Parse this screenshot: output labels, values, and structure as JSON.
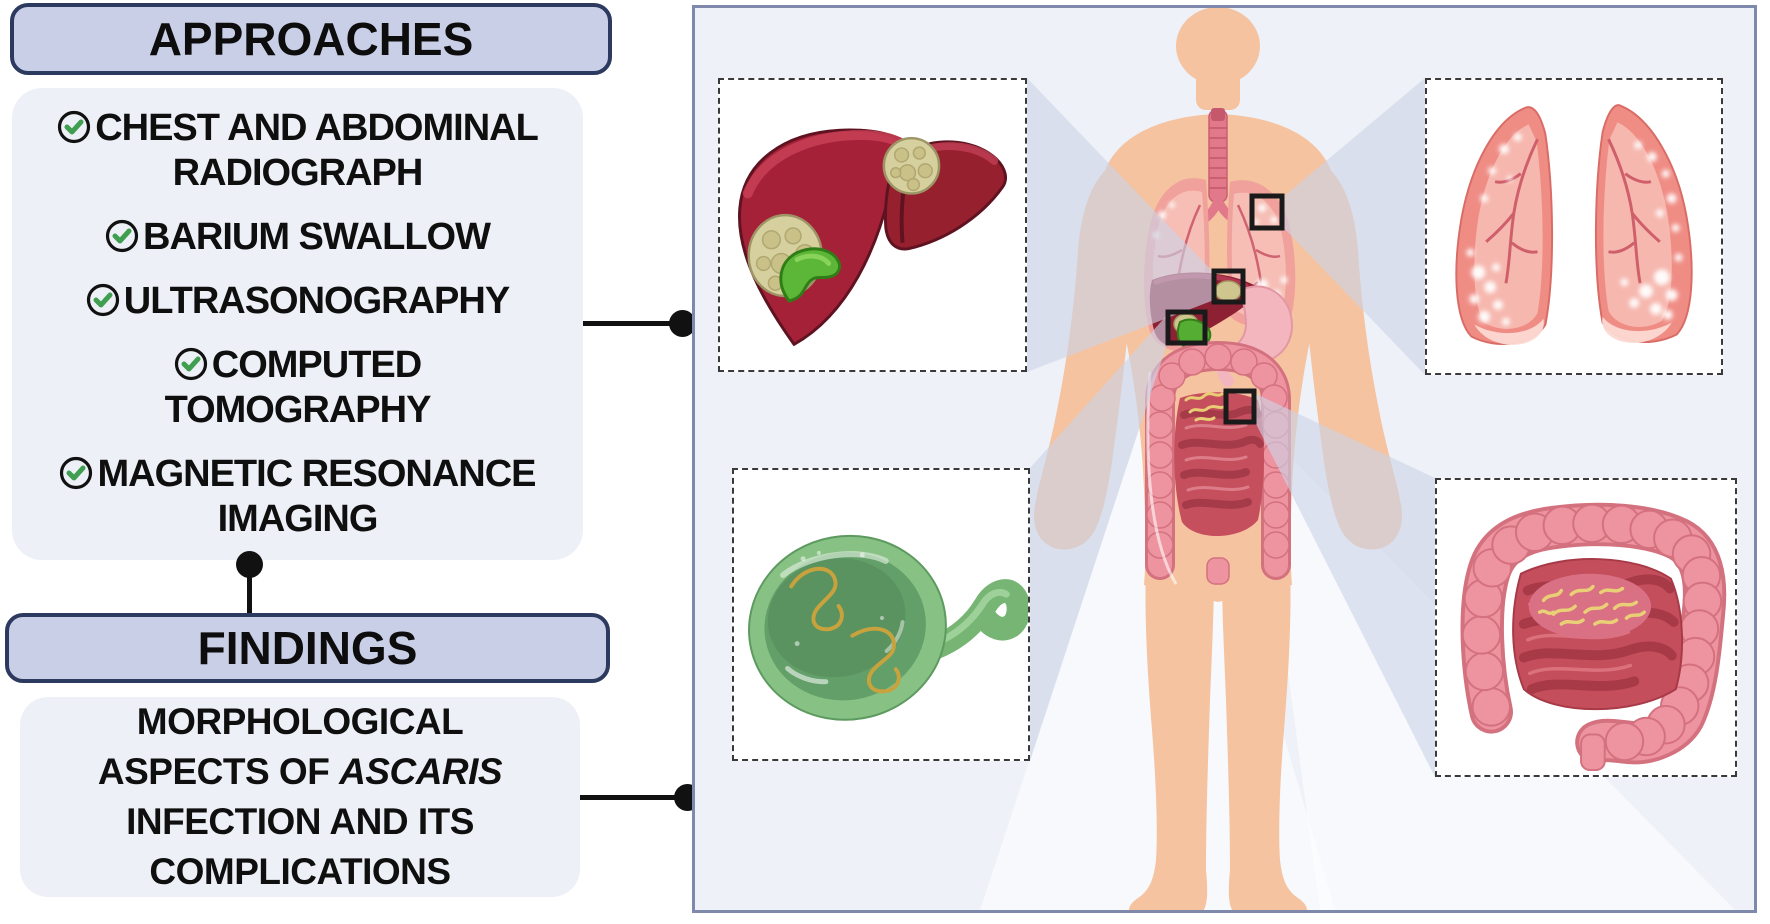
{
  "left_column": {
    "approaches": {
      "title": "APPROACHES",
      "items": [
        "CHEST AND ABDOMINAL RADIOGRAPH",
        "BARIUM SWALLOW",
        "ULTRASONOGRAPHY",
        "COMPUTED TOMOGRAPHY",
        "MAGNETIC RESONANCE IMAGING"
      ]
    },
    "findings": {
      "title": "FINDINGS",
      "description_prefix": "MORPHOLOGICAL ASPECTS OF ",
      "description_italic": "ASCARIS",
      "description_suffix": " INFECTION AND ITS COMPLICATIONS"
    }
  },
  "diagram": {
    "insets": [
      {
        "id": "liver",
        "name": "liver-with-lesions-inset"
      },
      {
        "id": "lungs",
        "name": "lungs-with-infiltrates-inset"
      },
      {
        "id": "stomach",
        "name": "stomach-with-worms-inset"
      },
      {
        "id": "intestines",
        "name": "intestines-with-worms-inset"
      }
    ],
    "body": {
      "name": "human-body-silhouette-with-organs"
    }
  },
  "colors": {
    "header_fill": "#c9cfe6",
    "header_border": "#2d3a5f",
    "panel_fill": "#edf0f6",
    "check_green": "#3f9e4f",
    "scene_fill": "#eef1f8",
    "scene_border": "#7e89ab",
    "skin": "#f5c3a0",
    "beam": "#ccd4e6",
    "liver_red": "#a42138",
    "lung_pink": "#ef8d85",
    "stomach_green": "#87c184",
    "intestine_pink": "#ee93a0",
    "worm_gold": "#c8a23c"
  }
}
